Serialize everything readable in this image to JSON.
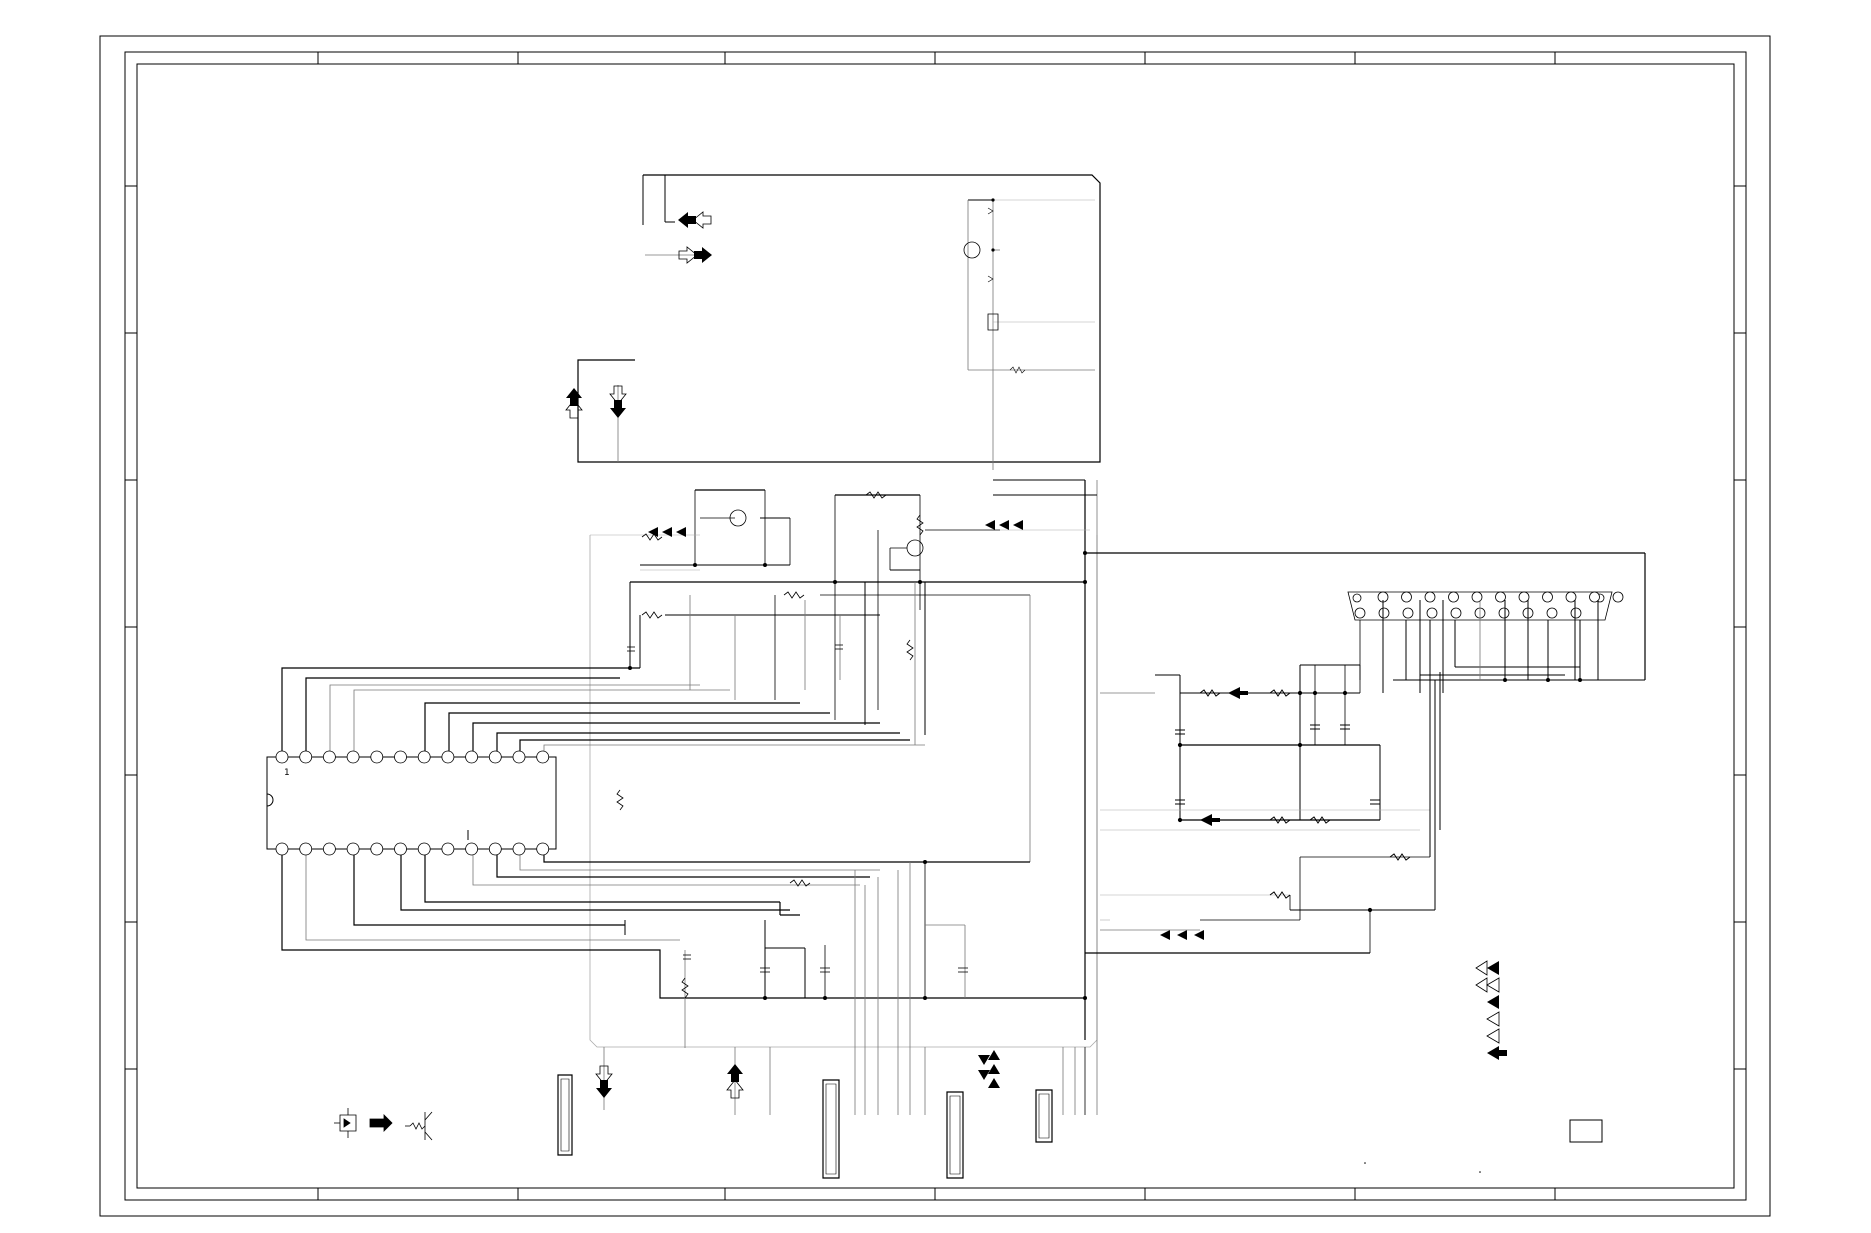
{
  "diagram": {
    "kind": "schematic",
    "colors": {
      "background": "#ffffff",
      "line": "#000000",
      "thin_line": "#777777",
      "faint_line": "#aaaaaa"
    },
    "components": {
      "ic": {
        "pins_per_row": 12,
        "pin_label": "1"
      },
      "connector_d_sub": {
        "top_pins": 11,
        "bottom_pins": 10
      },
      "pin_headers": 4,
      "legend_arrows": 6
    },
    "labels": []
  }
}
